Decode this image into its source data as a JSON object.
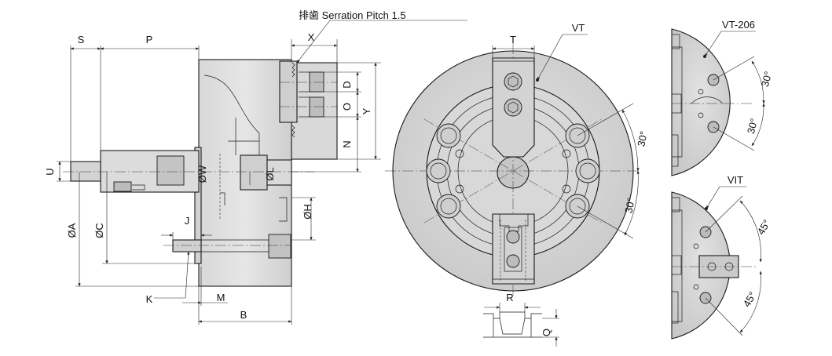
{
  "side_view": {
    "serration_label": "排歯 Serration Pitch 1.5",
    "dims": {
      "S": "S",
      "P": "P",
      "X": "X",
      "D": "D",
      "O": "O",
      "N": "N",
      "Y": "Y",
      "U": "U",
      "W": "ØW",
      "L": "ØL",
      "H": "ØH",
      "A": "ØA",
      "C": "ØC",
      "J": "J",
      "K": "K",
      "M": "M",
      "B": "B"
    }
  },
  "front_view": {
    "T": "T",
    "VT": "VT",
    "angle_upper": "30°",
    "angle_lower": "30°",
    "R": "R",
    "Q": "Q"
  },
  "vt206_view": {
    "title": "VT-206",
    "angle_upper": "30°",
    "angle_lower": "30°"
  },
  "vit_view": {
    "title": "VIT",
    "angle_upper": "45°",
    "angle_lower": "45°"
  }
}
